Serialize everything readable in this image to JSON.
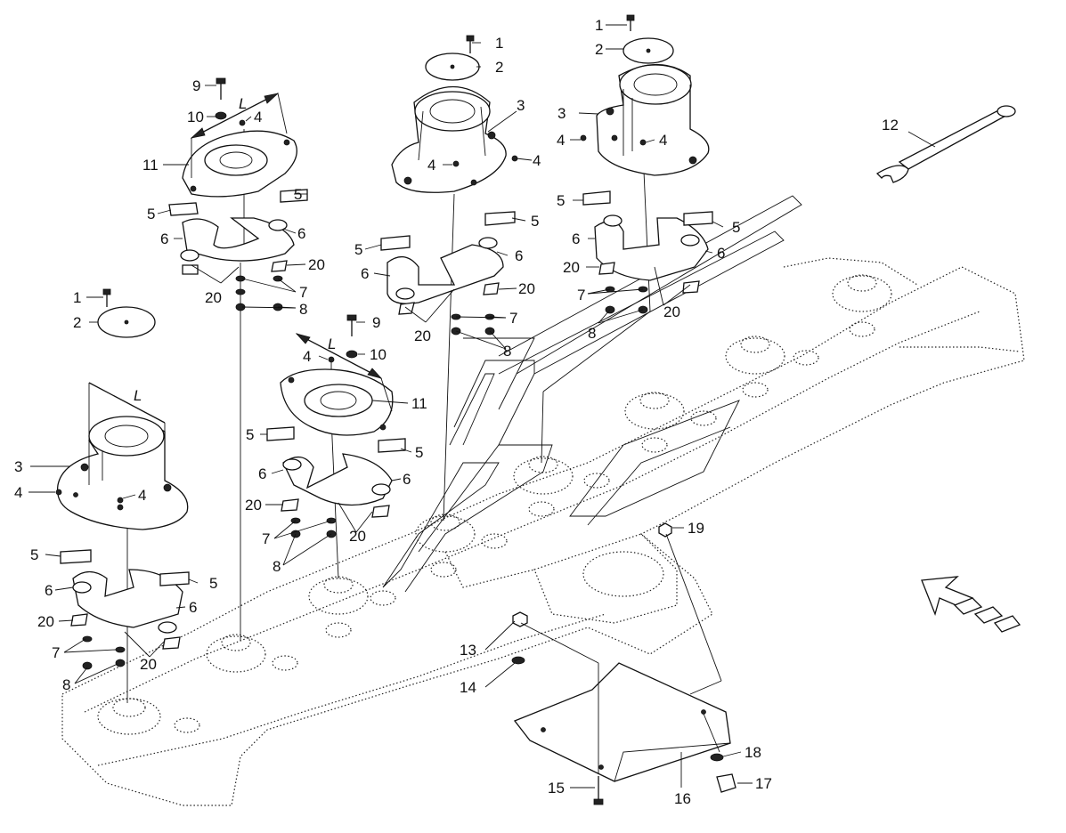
{
  "title": "",
  "callouts": [
    "1",
    "2",
    "3",
    "4",
    "5",
    "6",
    "7",
    "8",
    "9",
    "10",
    "11",
    "12",
    "13",
    "14",
    "15",
    "16",
    "17",
    "18",
    "19",
    "20"
  ],
  "dimension_symbol": "L",
  "icons": {
    "direction": "travel-direction-arrow-icon",
    "wrench": "hub-wrench-icon"
  },
  "colors": {
    "line": "#111111",
    "background": "#ffffff"
  }
}
